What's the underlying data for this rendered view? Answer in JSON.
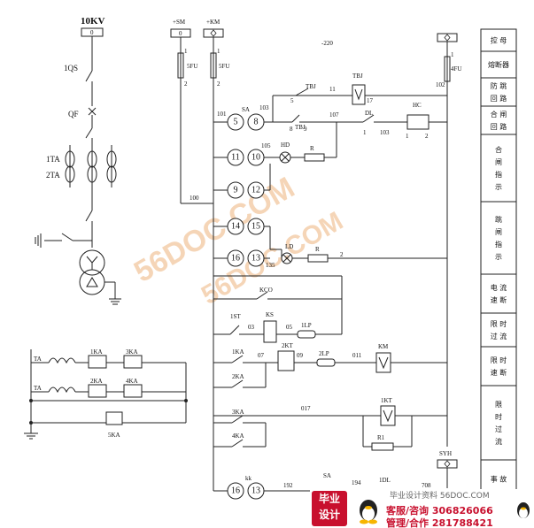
{
  "source_labels": {
    "v10": "10KV",
    "qs": "1QS",
    "qf": "QF",
    "ta1": "1TA",
    "ta2": "2TA",
    "sm": "+SM",
    "km": "+KM",
    "minus": "-220",
    "s0": "0",
    "fu5": "5FU",
    "fu4": "4FU",
    "fu_n1": "1",
    "fu_n2": "2"
  },
  "nodes": {
    "n101": "101",
    "n103": "103",
    "n100": "100",
    "n105": "105",
    "n107": "107",
    "n11": "11",
    "n17": "17",
    "n102": "102",
    "n135": "135",
    "n03": "03",
    "n05": "05",
    "n07": "07",
    "n09": "09",
    "n011": "011",
    "n017": "017",
    "n192": "192",
    "n194": "194",
    "n708": "708",
    "kk": "kk"
  },
  "devices": {
    "sa": "SA",
    "tbj": "TBJ",
    "tbj2": "TBJ",
    "dl": "DL",
    "hc": "HC",
    "hd": "HD",
    "r": "R",
    "ld": "LD",
    "kco": "KCO",
    "ks": "KS",
    "fst": "1ST",
    "lp1": "1LP",
    "kt2": "2KT",
    "lp2": "2LP",
    "km": "KM",
    "kt1": "1KT",
    "r1": "R1",
    "syh": "SYH",
    "dl1": "1DL",
    "ta": "TA",
    "ka1": "1KA",
    "ka2": "2KA",
    "ka3": "3KA",
    "ka4": "4KA",
    "ka5": "5KA"
  },
  "circles": [
    "5",
    "8",
    "11",
    "10",
    "9",
    "12",
    "14",
    "15",
    "16",
    "13",
    "16",
    "13"
  ],
  "sidebar": [
    "控 母",
    "熔断器",
    "防 跳\n回 路",
    "合 闸\n回 路",
    "合\n闸\n指\n示",
    "跳\n闸\n指\n示",
    "电 流\n速 断",
    "限 时\n过 流",
    "限 时\n速 断",
    "限\n时\n过\n流",
    "事 故"
  ],
  "watermark": "56DOC.COM",
  "footer": {
    "line1": "毕业设计资料 56DOC.COM",
    "service": "客服/咨询",
    "phone1": "306826066",
    "manage": "管理/合作",
    "phone2": "281788421",
    "logo": "毕业设计"
  }
}
